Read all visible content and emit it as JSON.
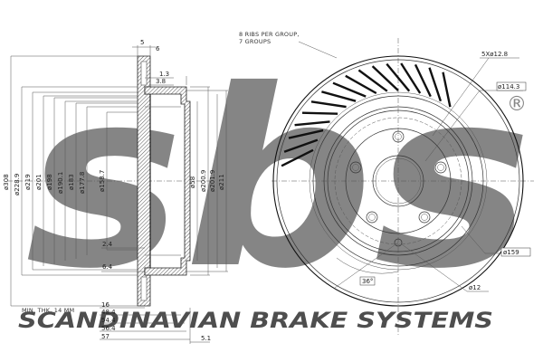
{
  "watermark": {
    "logo_text": "sbs",
    "registered_mark": "®",
    "company": "SCANDINAVIAN BRAKE SYSTEMS"
  },
  "notes": {
    "ribs_line1": "8 RIBS PER GROUP,",
    "ribs_line2": "7 GROUPS",
    "min_thickness": "MIN. THK. 14 MM"
  },
  "side_view": {
    "top_dims": [
      "5",
      "6"
    ],
    "hub_offsets": [
      "1.3",
      "3.8"
    ],
    "left_diameters": [
      "ø308",
      "ø228.9",
      "ø219",
      "ø201",
      "ø198",
      "ø190.1",
      "ø183",
      "ø177.8",
      "ø158.7"
    ],
    "inner_diameters": [
      "ø58",
      "ø200.9",
      "ø201.9",
      "ø211"
    ],
    "small_dims": [
      "2.4",
      "6.4"
    ],
    "bottom_dims": [
      "16",
      "48.4",
      "54.4",
      "56.4",
      "57"
    ],
    "bottom_right": "5.1"
  },
  "front_view": {
    "bolt_pattern": "5Xø12.8",
    "center_bore": "ø114.3",
    "outer_ring": "ø159",
    "pin_hole": "ø12",
    "angle": "36°"
  },
  "colors": {
    "line": "#333333",
    "watermark": "#d9d9d9",
    "hatch": "#444444"
  }
}
